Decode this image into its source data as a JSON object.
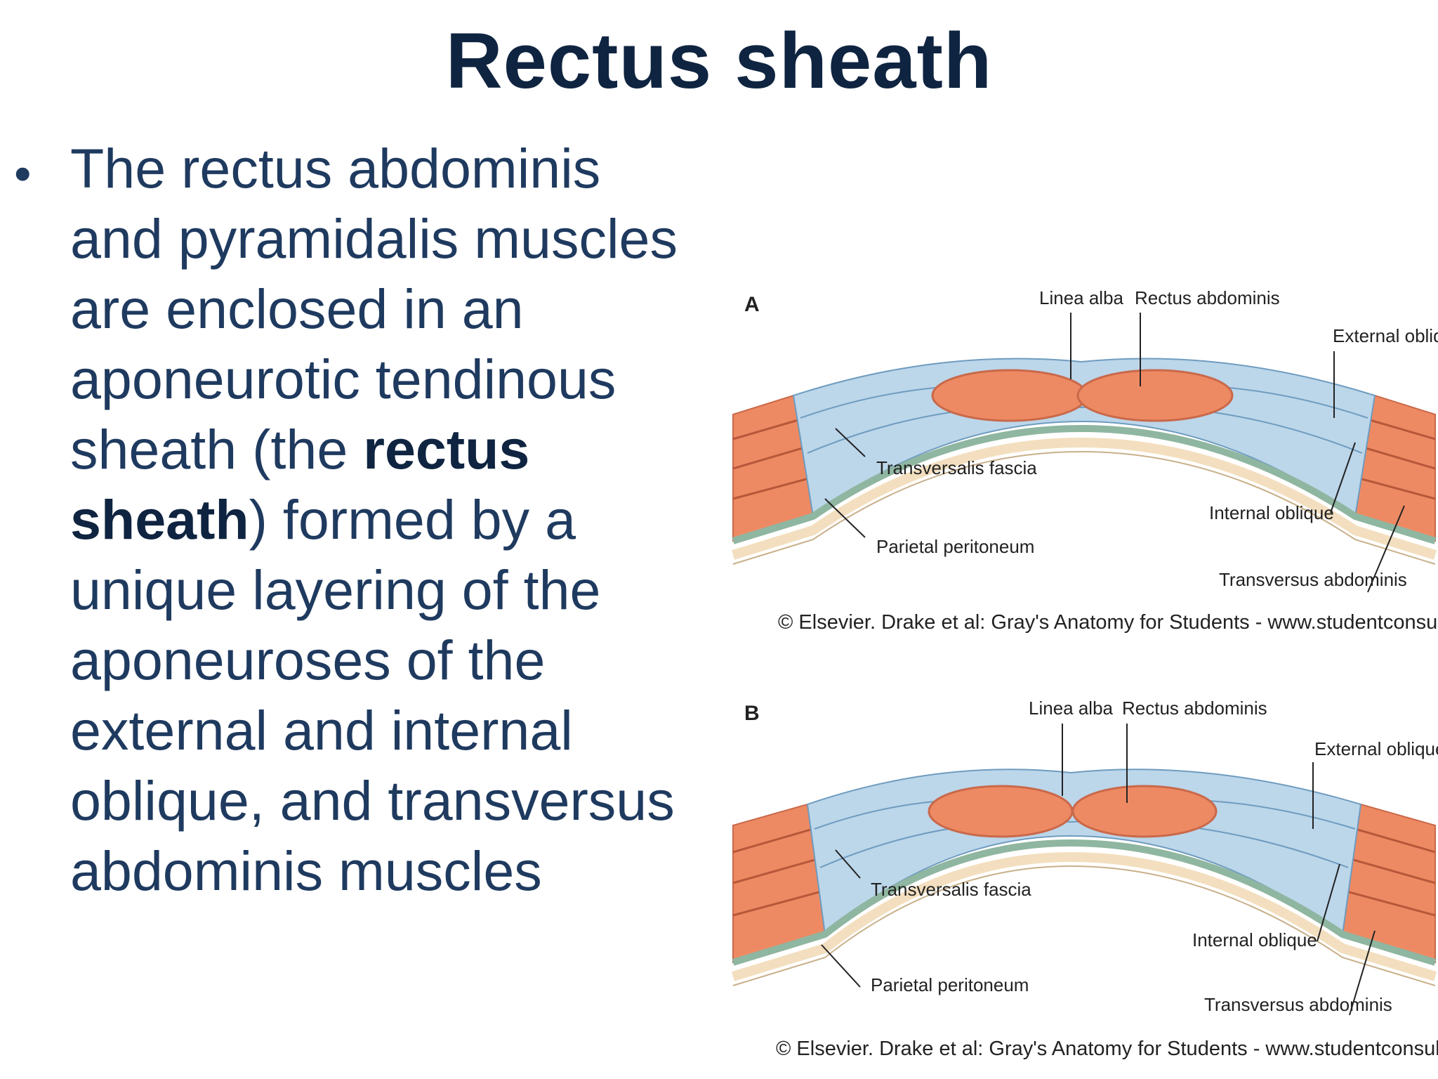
{
  "slide": {
    "title": "Rectus sheath",
    "bullet": {
      "text_before": "The rectus abdominis and pyramidalis muscles are enclosed in an aponeurotic tendinous sheath (the ",
      "bold": "rectus sheath",
      "text_after": ") formed by a unique layering of the aponeuroses of the external and internal oblique, and transversus abdominis muscles"
    }
  },
  "figures": [
    {
      "letter": "A",
      "labels": {
        "linea_alba": "Linea alba",
        "rectus_abdominis": "Rectus abdominis",
        "external_oblique": "External oblique",
        "transversalis_fascia": "Transversalis fascia",
        "internal_oblique": "Internal oblique",
        "parietal_peritoneum": "Parietal peritoneum",
        "transversus_abdominis": "Transversus abdominis"
      },
      "credit": "© Elsevier. Drake et al: Gray's Anatomy for Students - www.studentconsult.com"
    },
    {
      "letter": "B",
      "labels": {
        "linea_alba": "Linea alba",
        "rectus_abdominis": "Rectus abdominis",
        "external_oblique": "External oblique",
        "transversalis_fascia": "Transversalis fascia",
        "internal_oblique": "Internal oblique",
        "parietal_peritoneum": "Parietal peritoneum",
        "transversus_abdominis": "Transversus abdominis"
      },
      "credit": "© Elsevier. Drake et al: Gray's Anatomy for Students - www.studentconsult.com"
    }
  ],
  "colors": {
    "title": "#0f2440",
    "body_text": "#1f3a5f",
    "muscle": "#ee8a63",
    "aponeurosis": "#bcd6ea",
    "fascia_green": "#8fb6a0",
    "peritoneum": "#f3dfbf"
  }
}
